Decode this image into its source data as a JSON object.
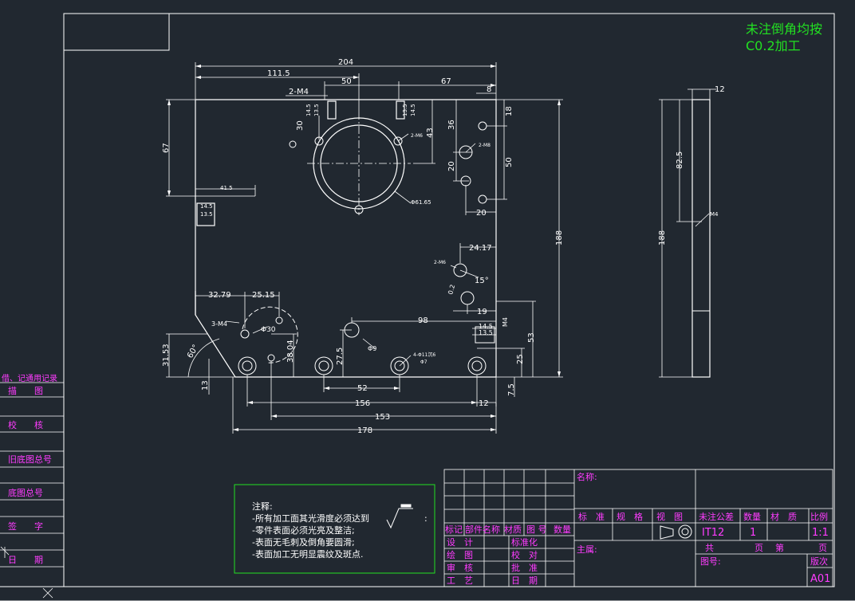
{
  "colors": {
    "background": "#212830",
    "line": "#ffffff",
    "accent_green": "#22e022",
    "magenta": "#ff3cff",
    "cyan": "#22ffff"
  },
  "corner_note": {
    "line1": "未注倒角均按",
    "line2": "C0.2加工"
  },
  "dims": {
    "d204": "204",
    "d111_5": "111.5",
    "d50_top": "50",
    "d67_top": "67",
    "d8": "8",
    "d2m4": "2-M4",
    "d30": "30",
    "d14_5a": "14.5",
    "d13_5a": "13.5",
    "d13_5b": "13.5",
    "d14_5b": "14.5",
    "d43": "43",
    "d36": "36",
    "d18": "18",
    "d2m6_top": "2-M6",
    "d2m8": "2-M8",
    "d20_left": "20",
    "d50_right": "50",
    "d20_bottom": "20",
    "d67_left": "67",
    "d41_5": "41.5",
    "d14_5c": "14.5",
    "d13_5c": "13.5",
    "phi61": "Φ61.65",
    "d188": "188",
    "d24_17": "24.17",
    "d2m6_mid": "2-M6",
    "d15deg": "15°",
    "d02": "0.2",
    "d19": "19",
    "d32_79": "32.79",
    "d25_15": "25.15",
    "d3m4": "3-M4",
    "phi30": "Φ30",
    "d98": "98",
    "d14_5d": "14.5",
    "d13_5d": "13.5",
    "dM4": "M4",
    "phi9": "Φ9",
    "d4phi": "4-Φ11沉6",
    "dphi7": "Φ7",
    "d31_53": "31.53",
    "d60deg": "60°",
    "d38_04": "38.04",
    "d27_5": "27.5",
    "d53": "53",
    "d25": "25",
    "d13": "13",
    "d52": "52",
    "d7_5": "7.5",
    "d156": "156",
    "d12_bottom": "12",
    "d153": "153",
    "d178": "178",
    "d12_side": "12",
    "d82_5": "82.5",
    "d188_side": "188",
    "dM4_side": "M4"
  },
  "left_strip": [
    "借、记通用记录",
    "描　　图",
    "校　　核",
    "旧底图总号",
    "底图总号",
    "签　　字",
    "日　　期"
  ],
  "notes": {
    "title": "注释:",
    "lines": [
      "-所有加工面其光滑度必须达到",
      "-零件表面必须光亮及整洁;",
      "-表面无毛刺及倒角要圆滑;",
      "-表面加工无明显震纹及斑点."
    ],
    "roughness_colon": ":"
  },
  "title_block": {
    "name_label": "名称:",
    "header_left": [
      "标记",
      "部件名称",
      "材质",
      "图 号",
      "数量"
    ],
    "header_right": [
      "标　准",
      "规　格",
      "视　图",
      "未注公差",
      "数量",
      "材　质",
      "比例"
    ],
    "rows_left": [
      "设　计",
      "绘　图",
      "审　核",
      "工　艺"
    ],
    "rows_mid": [
      "标准化",
      "校　对",
      "批　准",
      "日　期"
    ],
    "tolerance": "IT12",
    "quantity": "1",
    "scale": "1:1",
    "owner_label": "主属:",
    "total_label": "共",
    "page_label": "页",
    "sheet_label": "第",
    "sheet_page_label": "页",
    "drawing_no_label": "图号:",
    "revision_label": "版次",
    "revision": "A01"
  }
}
